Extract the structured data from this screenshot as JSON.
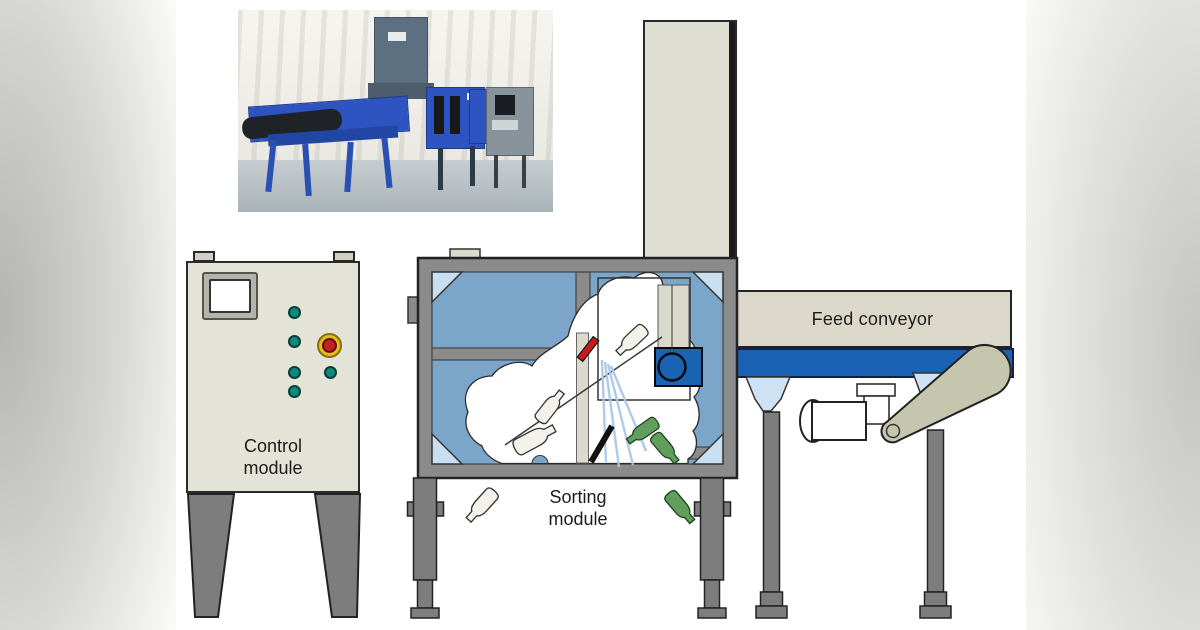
{
  "control_module": {
    "label_line1": "Control",
    "label_line2": "module",
    "body_color": "#e3e3d7",
    "button_teal": "#0d8a7e",
    "estop_ring_yellow": "#e5be1e",
    "estop_red": "#c32222"
  },
  "sorting_module": {
    "label_line1": "Sorting",
    "label_line2": "module",
    "frame_gray": "#8b8b8b",
    "window_blue": "#7ba6c9",
    "corner_light_blue": "#c8dff2",
    "camera_blue": "#1a63b4",
    "nozzle_red": "#cc1a1a",
    "spray_blue": "#a9c9e8",
    "bottle_clear": "#f2f2ea",
    "bottle_green": "#5f9e5d",
    "leg_gray": "#7d7d7d"
  },
  "feed_conveyor": {
    "label": "Feed conveyor",
    "housing_beige": "#dcd8c9",
    "belt_blue": "#1a63b4",
    "arm_beige": "#c6c5ae"
  },
  "tower": {
    "color": "#deded2"
  },
  "photo_inset": {
    "curtain_white": "#f1f0ea",
    "floor_gray": "#b9c2c6",
    "machine_blue": "#2d54c0",
    "tall_cabinet_gray_blue": "#5d7081",
    "control_cabinet_gray": "#87929a"
  }
}
